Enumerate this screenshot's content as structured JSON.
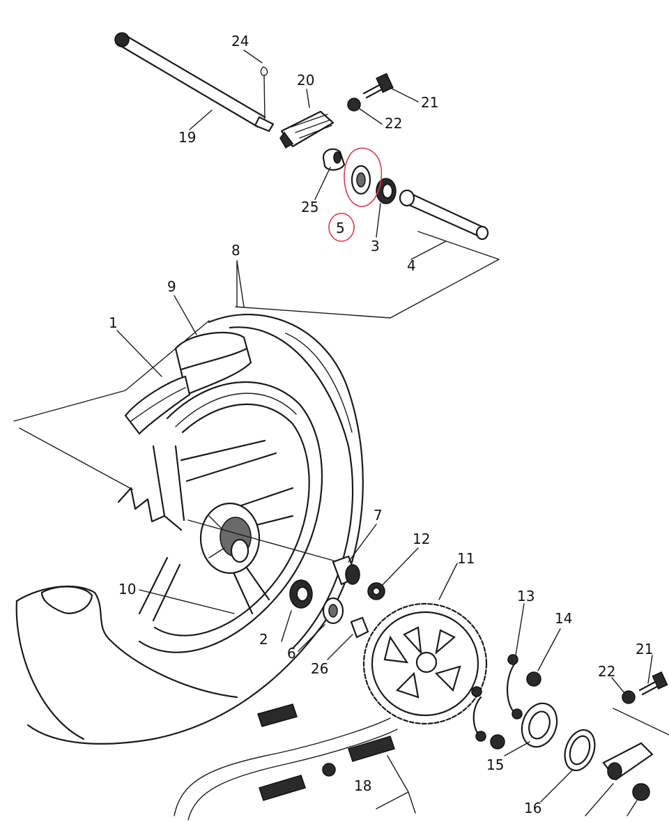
{
  "labels": {
    "p1": "1",
    "p2": "2",
    "p3": "3",
    "p4": "4",
    "p5": "5",
    "p6": "6",
    "p7": "7",
    "p8": "8",
    "p9": "9",
    "p10": "10",
    "p11": "11",
    "p12": "12",
    "p13": "13",
    "p14": "14",
    "p15": "15",
    "p16": "16",
    "p18": "18",
    "p19": "19",
    "p20": "20",
    "p21a": "21",
    "p21b": "21",
    "p22a": "22",
    "p22b": "22",
    "p24": "24",
    "p25": "25",
    "p26": "26"
  },
  "colors": {
    "line": "#1a1a1a",
    "highlight": "#d43c4a",
    "background": "#ffffff"
  }
}
